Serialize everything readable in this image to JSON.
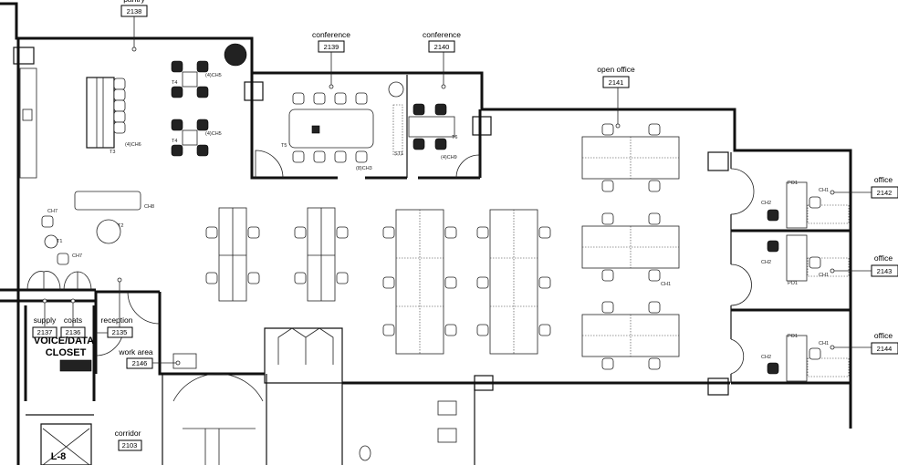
{
  "rooms": {
    "pantry": {
      "name": "pantry",
      "number": "2138"
    },
    "conference_a": {
      "name": "conference",
      "number": "2139"
    },
    "conference_b": {
      "name": "conference",
      "number": "2140"
    },
    "open_office": {
      "name": "open office",
      "number": "2141"
    },
    "office_a": {
      "name": "office",
      "number": "2142"
    },
    "office_b": {
      "name": "office",
      "number": "2143"
    },
    "office_c": {
      "name": "office",
      "number": "2144"
    },
    "supply": {
      "name": "supply",
      "number": "2137"
    },
    "coats": {
      "name": "coats",
      "number": "2136"
    },
    "reception": {
      "name": "reception",
      "number": "2135"
    },
    "work_area": {
      "name": "work area",
      "number": "2146"
    },
    "corridor": {
      "name": "corridor",
      "number": "2103"
    }
  },
  "closet": {
    "line1": "VOICE/DATA",
    "line2": "CLOSET"
  },
  "elevator": {
    "label": "L-8"
  },
  "tags": {
    "t3": "T3",
    "ch6": "(4)CH6",
    "t4": "T4",
    "ch5": "(4)CH5",
    "ch8": "CH8",
    "ch7": "CH7",
    "t1": "T1",
    "t2": "T2",
    "t5": "T5",
    "ch3": "(8)CH3",
    "st1": "ST1",
    "t6": "T6",
    "ch9": "(4)CH9",
    "ch1": "CH1",
    "po1": "PO1",
    "ch2": "CH2"
  }
}
